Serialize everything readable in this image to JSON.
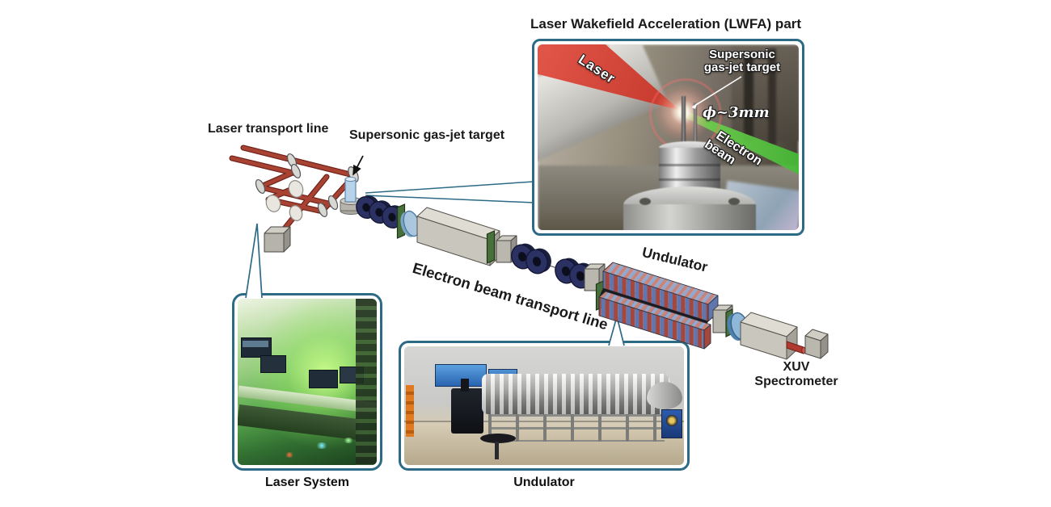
{
  "title": "Laser Wakefield Acceleration (LWFA) part",
  "schematic": {
    "laser_transport_label": "Laser transport line",
    "gas_jet_label": "Supersonic gas-jet target",
    "ebeam_label": "Electron beam transport line",
    "undulator_label": "Undulator",
    "xuv_label_line1": "XUV",
    "xuv_label_line2": "Spectrometer"
  },
  "inset": {
    "laser_label": "Laser",
    "gas_jet_label_line1": "Supersonic",
    "gas_jet_label_line2": "gas-jet target",
    "diameter_label": "ϕ~3mm",
    "ebeam_label_line1": "Electron",
    "ebeam_label_line2": "beam"
  },
  "photos": {
    "laser_system_caption": "Laser System",
    "undulator_caption": "Undulator"
  },
  "colors": {
    "frame_border": "#2d6a86",
    "laser_beam_red": "#a84232",
    "undulator_red": "#a5473d",
    "undulator_blue": "#5f76ae",
    "magnet_navy": "#2b3163",
    "chamber_gray": "#c8c6bd",
    "plate_green": "#47703a",
    "disc_blue": "#aac7df"
  }
}
